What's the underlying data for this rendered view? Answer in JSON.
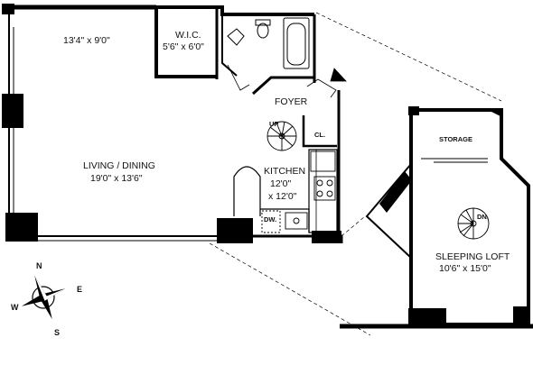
{
  "rooms": {
    "room_top": {
      "dim": "13'4\" x 9'0\""
    },
    "wic": {
      "name": "W.I.C.",
      "dim": "5'6\" x 6'0\""
    },
    "foyer": {
      "name": "FOYER"
    },
    "closet": {
      "name": "CL."
    },
    "living": {
      "name": "LIVING / DINING",
      "dim": "19'0\" x 13'6\""
    },
    "kitchen": {
      "name": "KITCHEN",
      "dim1": "12'0\"",
      "dim2": "x 12'0\""
    },
    "dishwasher": {
      "name": "DW."
    },
    "storage": {
      "name": "STORAGE"
    },
    "loft": {
      "name": "SLEEPING LOFT",
      "dim": "10'6\" x 15'0\""
    }
  },
  "stairs": {
    "up": "UP",
    "down": "DN."
  },
  "compass": {
    "north": "N",
    "south": "S",
    "east": "E",
    "west": "W"
  }
}
